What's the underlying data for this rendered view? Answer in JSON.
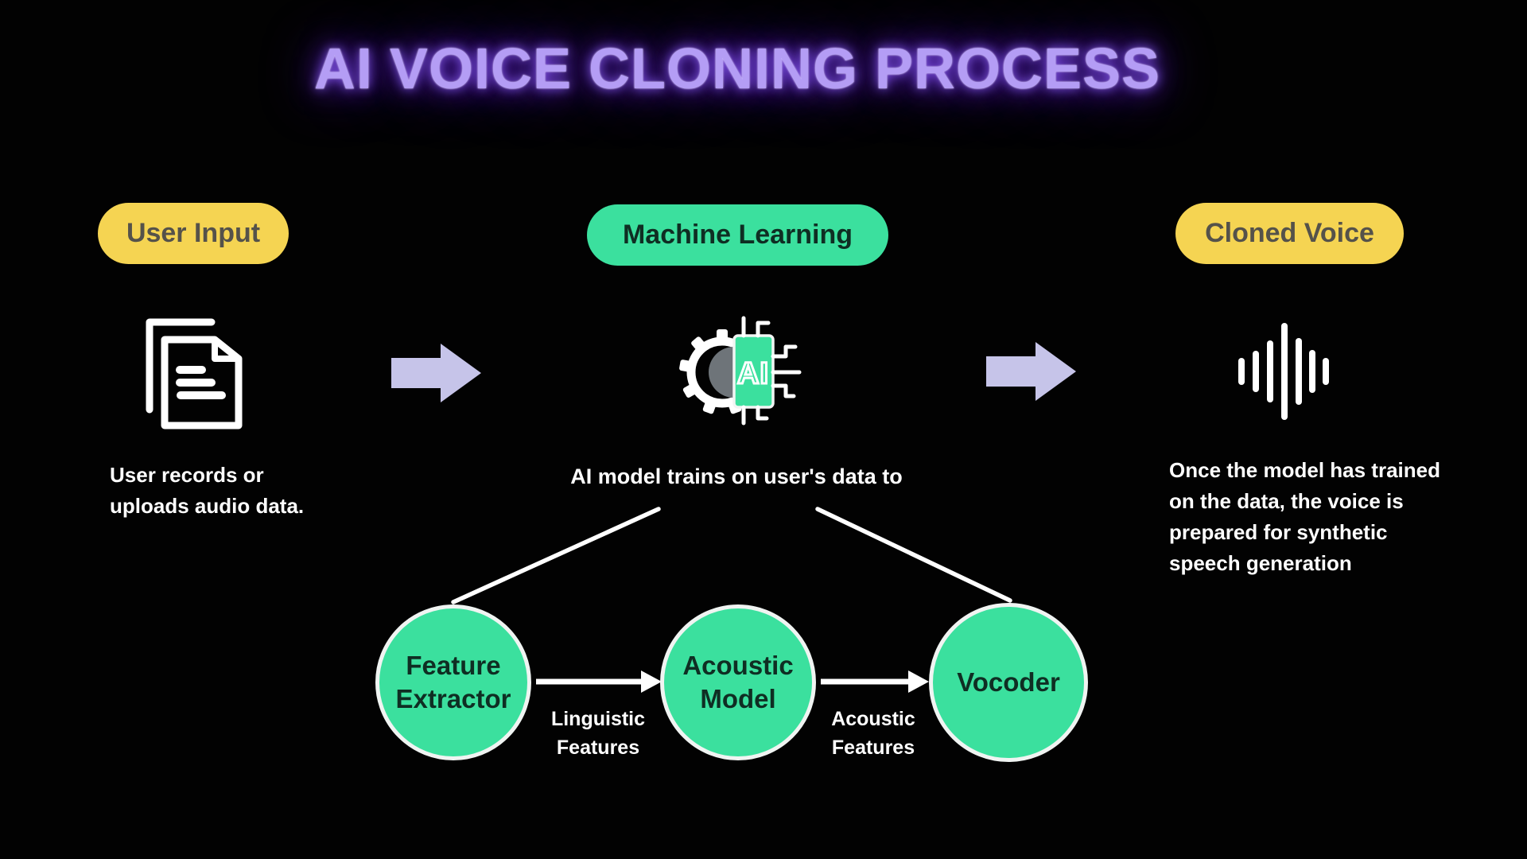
{
  "title": "AI VOICE CLONING PROCESS",
  "colors": {
    "background": "#020202",
    "title_purple": "#b49df5",
    "title_glow": "#5b21c9",
    "pill_yellow": "#f5d452",
    "pill_yellow_text": "#55524a",
    "accent_green": "#3be09e",
    "green_text_dark": "#0f2e23",
    "arrow_lavender": "#c6c4e9",
    "gear_gray": "#6e7479",
    "white": "#ffffff"
  },
  "stages": {
    "user_input": {
      "label": "User Input",
      "icon": "document-icon",
      "caption": [
        "User records or",
        "uploads audio data."
      ]
    },
    "machine_learning": {
      "label": "Machine Learning",
      "icon": "ai-chip-gear-icon",
      "chip_label": "AI",
      "caption": [
        "AI model trains on user's data to"
      ]
    },
    "cloned_voice": {
      "label": "Cloned Voice",
      "icon": "voice-waveform-icon",
      "caption": [
        "Once the model has trained",
        "on the data, the voice is",
        "prepared for synthetic",
        "speech generation"
      ]
    }
  },
  "pipeline": {
    "nodes": [
      {
        "label": [
          "Feature",
          "Extractor"
        ]
      },
      {
        "label": [
          "Acoustic",
          "Model"
        ]
      },
      {
        "label": [
          "Vocoder"
        ]
      }
    ],
    "edges": [
      {
        "lines": [
          "Linguistic",
          "Features"
        ]
      },
      {
        "lines": [
          "Acoustic",
          "Features"
        ]
      }
    ]
  }
}
